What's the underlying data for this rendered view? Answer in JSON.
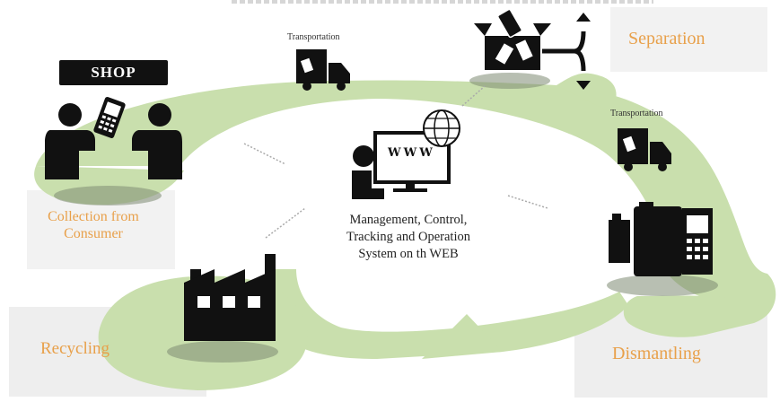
{
  "labels": {
    "separation": "Separation",
    "dismantling": "Dismantling",
    "recycling": "Recycling",
    "collection": "Collection from\nConsumer",
    "transport_top": "Transportation",
    "transport_right": "Transportation",
    "center": "Management, Control,\nTracking and Operation\nSystem on th WEB",
    "shop": "SHOP",
    "www": "WWW"
  },
  "colors": {
    "ring": "#c9dfad",
    "ring_dark": "#b8d396",
    "accent_text": "#e8a04a",
    "icon": "#111111"
  }
}
